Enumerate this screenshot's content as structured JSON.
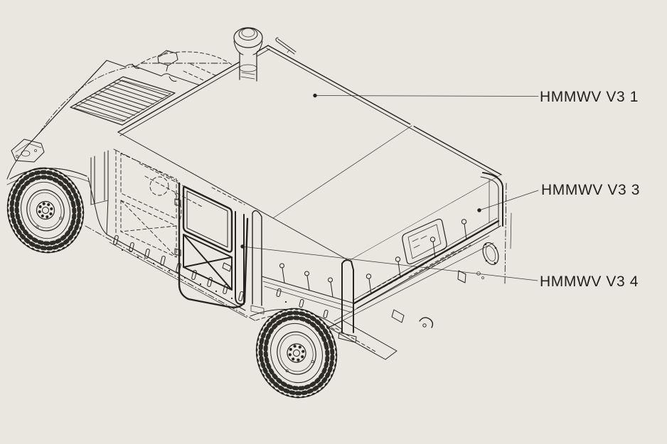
{
  "page": {
    "background": "#e9e7e0",
    "line_color": "#24221e"
  },
  "diagram": {
    "callouts": [
      {
        "label": "HMMWV V3 1"
      },
      {
        "label": "HMMWV V3 3"
      },
      {
        "label": "HMMWV V3 4"
      }
    ]
  }
}
